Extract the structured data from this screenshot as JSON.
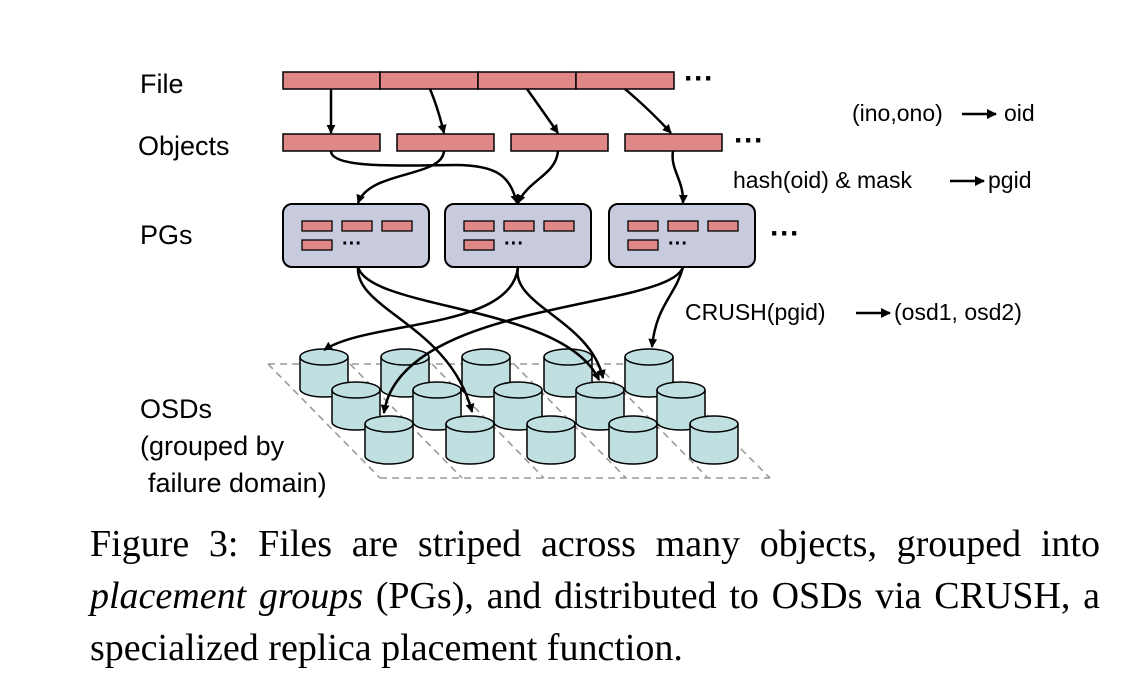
{
  "labels": {
    "file": "File",
    "objects": "Objects",
    "pgs": "PGs",
    "osds_line1": "OSDs",
    "osds_line2": "(grouped by",
    "osds_line3": "failure domain)"
  },
  "ellipsis": "···",
  "pg_ellipsis": "···",
  "annotations": {
    "oid_from": "(ino,ono)",
    "oid_to": "oid",
    "pgid_from": "hash(oid) & mask",
    "pgid_to": "pgid",
    "crush_from": "CRUSH(pgid)",
    "crush_to": "(osd1, osd2)"
  },
  "caption": {
    "part1": "Figure 3: Files are striped across many objects, grouped into ",
    "emph": "placement groups",
    "part2": " (PGs), and distributed to OSDs via CRUSH, a specialized replica placement function."
  },
  "colors": {
    "stripe_fill": "#e08888",
    "pg_fill": "#c8cade",
    "osd_fill": "#bfdfe0",
    "dashed": "#9a9a9a"
  }
}
